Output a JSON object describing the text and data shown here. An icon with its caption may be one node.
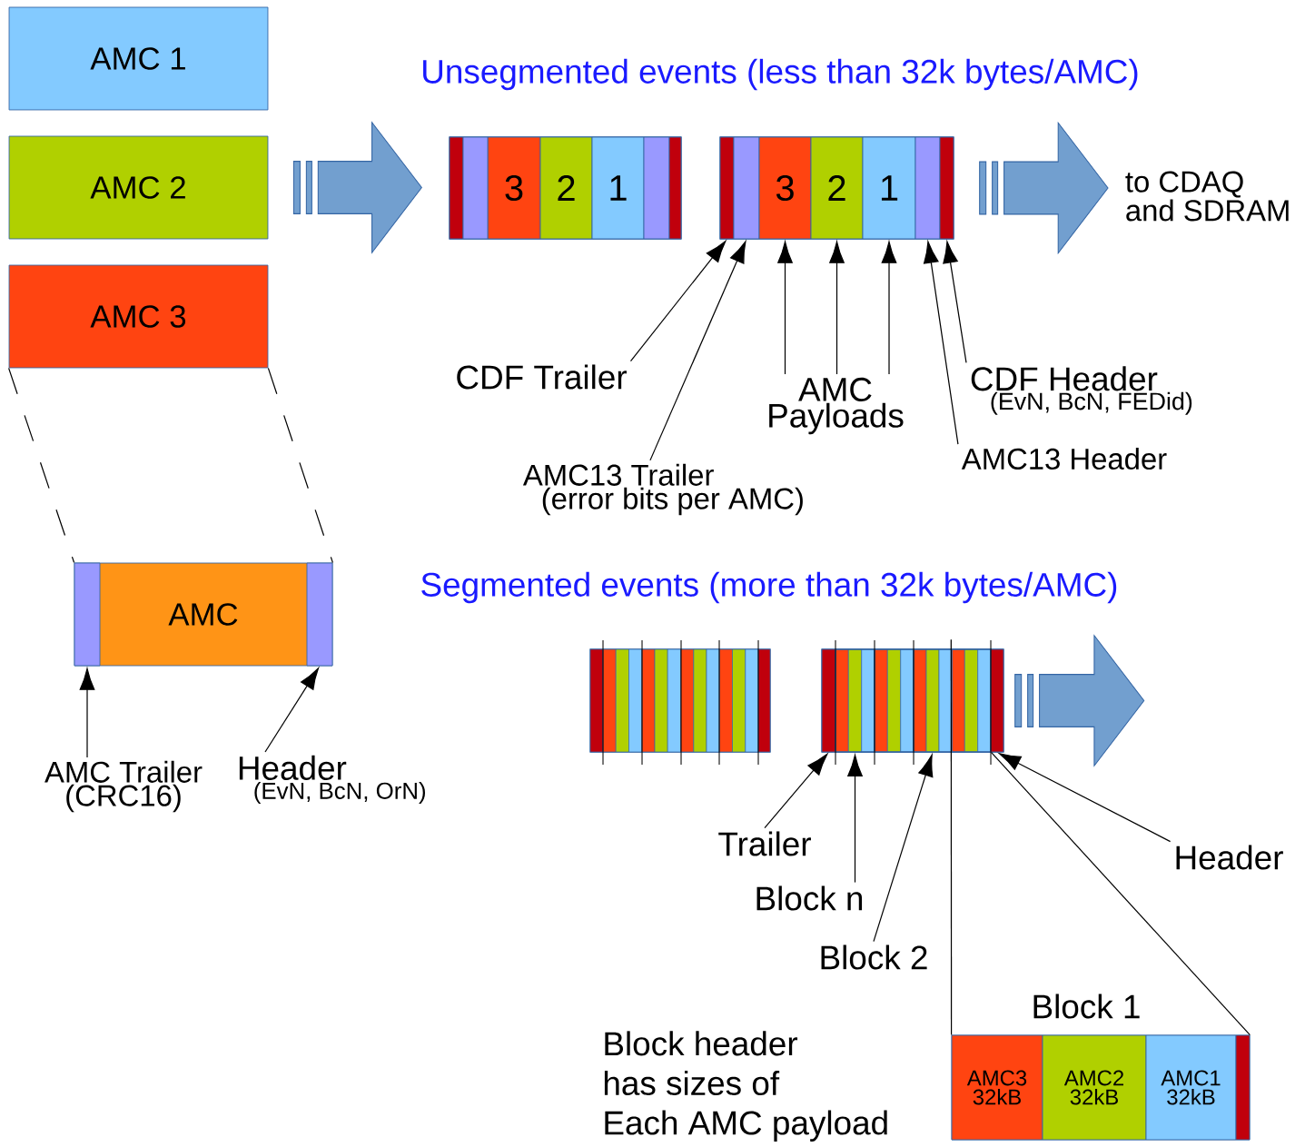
{
  "diagram": {
    "nodes": [
      {
        "text": [
          "AMC 1"
        ]
      },
      {
        "text": [
          "AMC 2"
        ]
      },
      {
        "text": [
          "AMC 3"
        ]
      },
      {
        "text": [
          "AMC"
        ]
      },
      {
        "text": [],
        "shape": "bar",
        "in": 3
      },
      {
        "text": [],
        "shape": "bar",
        "in": 3
      },
      {
        "text": [
          "AMC Trailer (CRC16)"
        ]
      },
      {
        "text": [
          "Header",
          "(EvN, BcN, OrN)"
        ]
      },
      {
        "text": [],
        "shape": "box"
      },
      {
        "text": [
          "3"
        ],
        "in": 8
      },
      {
        "text": [
          "2"
        ],
        "in": 8
      },
      {
        "text": [
          "1"
        ],
        "in": 8
      },
      {
        "text": [],
        "shape": "box"
      },
      {
        "text": [],
        "shape": "bar",
        "in": 12
      },
      {
        "text": [],
        "shape": "bar",
        "in": 12
      },
      {
        "text": [
          "3"
        ],
        "in": 12
      },
      {
        "text": [
          "2"
        ],
        "in": 12
      },
      {
        "text": [
          "1"
        ],
        "in": 12
      },
      {
        "text": [],
        "shape": "bar",
        "in": 12
      },
      {
        "text": [],
        "shape": "bar",
        "in": 12
      },
      {
        "text": [
          "CDF Trailer"
        ]
      },
      {
        "text": [
          "AMC13 Trailer",
          "(error bits per AMC)"
        ]
      },
      {
        "text": [
          "AMC Payloads"
        ]
      },
      {
        "text": [
          "CDF Header",
          "(EvN, BcN, FEDid)"
        ]
      },
      {
        "text": [
          "AMC13 Header"
        ]
      },
      {
        "text": [
          "to CDAQ and SDRAM"
        ]
      },
      {
        "text": [],
        "shape": "box"
      },
      {
        "text": [],
        "shape": "box"
      },
      {
        "text": [],
        "shape": "bar",
        "in": 27
      },
      {
        "text": [],
        "shape": "box",
        "in": 27
      },
      {
        "text": [],
        "shape": "box",
        "in": 27
      },
      {
        "text": [],
        "shape": "box",
        "in": 27
      },
      {
        "text": [],
        "shape": "box",
        "in": 27
      },
      {
        "text": [],
        "shape": "bar",
        "in": 27
      },
      {
        "text": [
          "Trailer"
        ]
      },
      {
        "text": [
          "Block n"
        ]
      },
      {
        "text": [
          "Block 2"
        ]
      },
      {
        "text": [
          "Header"
        ]
      },
      {
        "text": [
          "Block 1"
        ]
      },
      {
        "text": [
          "AMC3 32kB"
        ],
        "in": 38
      },
      {
        "text": [
          "AMC2 32kB"
        ],
        "in": 38
      },
      {
        "text": [
          "AMC1 32kB"
        ],
        "in": 38
      },
      {
        "text": [],
        "shape": "bar",
        "in": 38
      },
      {
        "text": [],
        "shape": "bar",
        "in": 8
      },
      {
        "text": [],
        "shape": "bar",
        "in": 8
      },
      {
        "text": [],
        "shape": "bar",
        "in": 8
      },
      {
        "text": [],
        "shape": "bar",
        "in": 8
      }
    ],
    "edges": [
      {
        "from": 1,
        "to": 8,
        "arrow": "to",
        "style": "thick",
        "color": "#729fcf"
      },
      {
        "from": 12,
        "to": 25,
        "arrow": "to",
        "style": "thick",
        "color": "#729fcf"
      },
      {
        "from": 27,
        "to": null,
        "arrow": "to",
        "style": "thick",
        "color": "#729fcf"
      },
      {
        "from": 20,
        "to": 13,
        "arrow": "to"
      },
      {
        "from": 21,
        "to": 14,
        "arrow": "to"
      },
      {
        "from": 22,
        "to": 15,
        "arrow": "to"
      },
      {
        "from": 22,
        "to": 16,
        "arrow": "to"
      },
      {
        "from": 22,
        "to": 17,
        "arrow": "to"
      },
      {
        "from": 24,
        "to": 18,
        "arrow": "to"
      },
      {
        "from": 23,
        "to": 19,
        "arrow": "to"
      },
      {
        "from": 6,
        "to": 4,
        "arrow": "to"
      },
      {
        "from": 7,
        "to": 5,
        "arrow": "to"
      },
      {
        "from": 34,
        "to": 28,
        "arrow": "to"
      },
      {
        "from": 35,
        "to": 29,
        "arrow": "to"
      },
      {
        "from": 36,
        "to": 31,
        "arrow": "to"
      },
      {
        "from": 37,
        "to": 33,
        "arrow": "to"
      },
      {
        "from": 32,
        "to": 38,
        "arrow": "none"
      },
      {
        "from": 32,
        "to": 38,
        "arrow": "none"
      },
      {
        "from": 2,
        "to": 3,
        "arrow": "none",
        "style": "dashed"
      },
      {
        "from": 2,
        "to": 3,
        "arrow": "none",
        "style": "dashed"
      }
    ],
    "labels": [
      "Unsegmented events (less than 32k bytes/AMC)",
      "Segmented events (more than 32k bytes/AMC)",
      "Block header has sizes of Each AMC payload"
    ]
  }
}
